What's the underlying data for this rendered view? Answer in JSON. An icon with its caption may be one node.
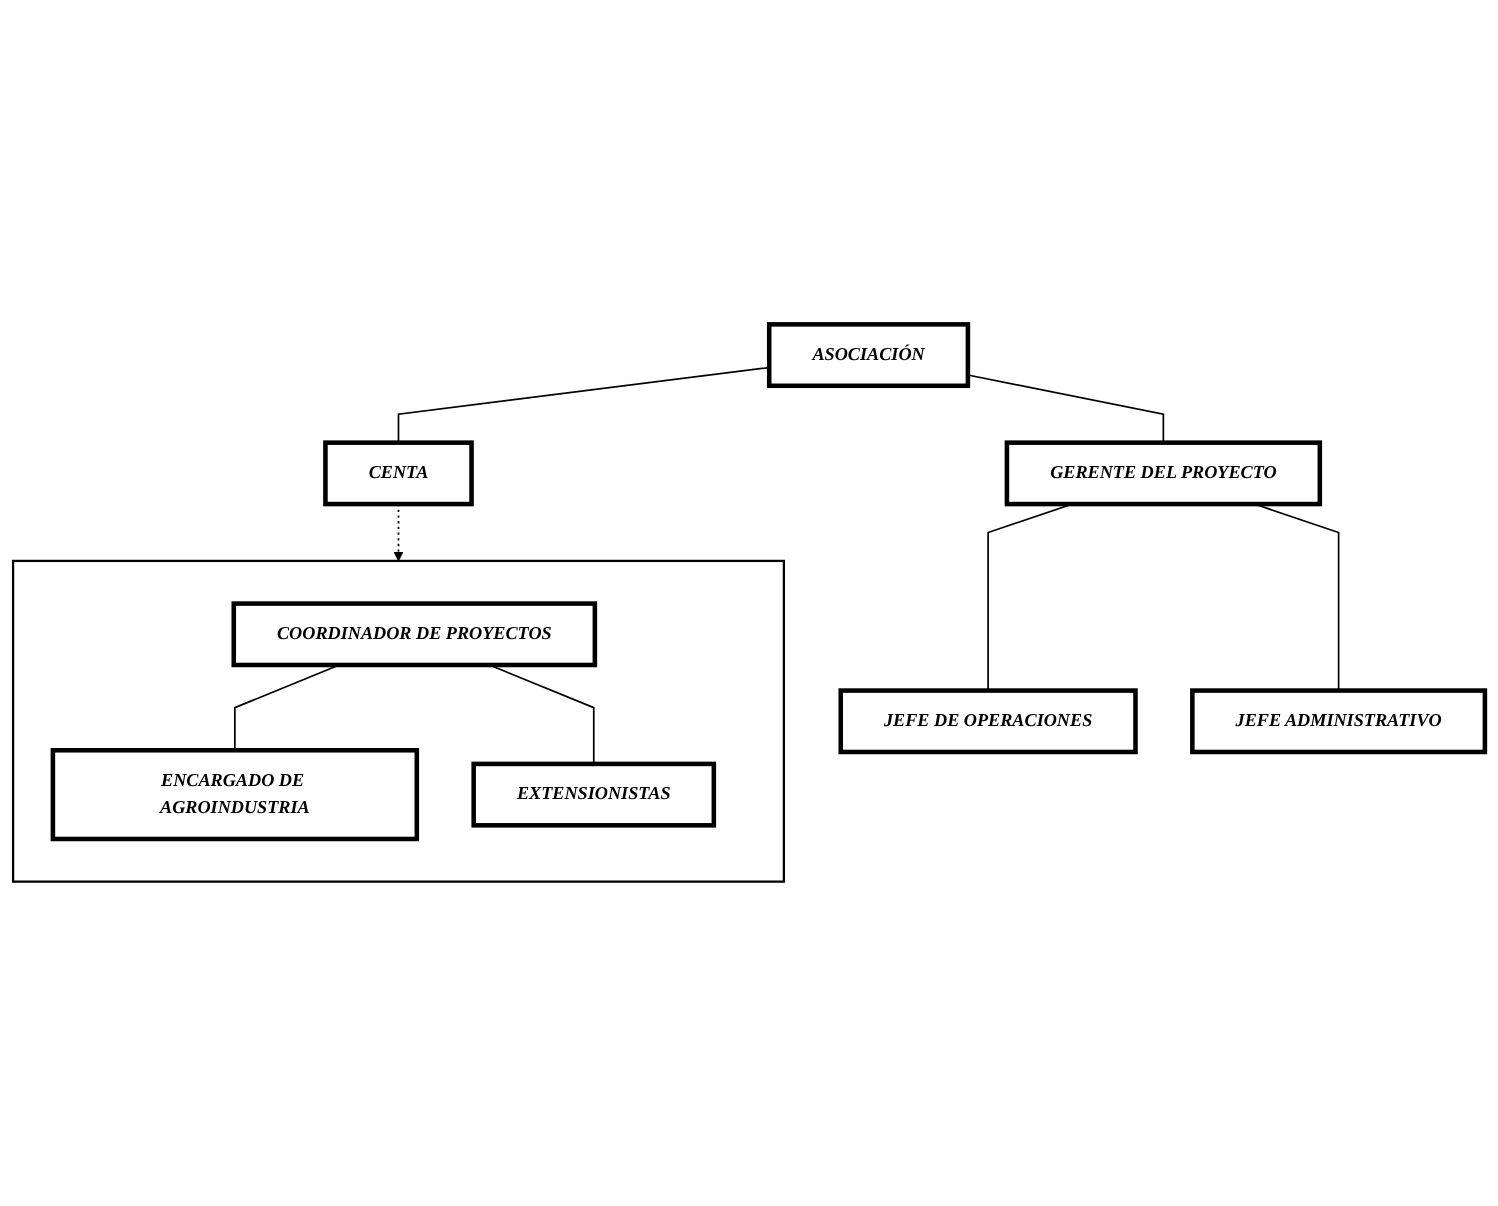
{
  "diagram": {
    "nodes": [
      {
        "text": [
          "ASOCIACIÓN"
        ]
      },
      {
        "text": [
          "CENTA"
        ]
      },
      {
        "text": [
          "GERENTE DEL PROYECTO"
        ]
      },
      {
        "text": [
          "JEFE DE OPERACIONES"
        ]
      },
      {
        "text": [
          "JEFE ADMINISTRATIVO"
        ]
      },
      {
        "text": [],
        "shape": "box"
      },
      {
        "text": [
          "COORDINADOR DE PROYECTOS"
        ],
        "in": 5
      },
      {
        "text": [
          "ENCARGADO DE AGROINDUSTRIA"
        ],
        "in": 5
      },
      {
        "text": [
          "EXTENSIONISTAS"
        ],
        "in": 5
      }
    ],
    "edges": [
      {
        "from": 0,
        "to": 1,
        "arrow": "none"
      },
      {
        "from": 0,
        "to": 2,
        "arrow": "none"
      },
      {
        "from": 2,
        "to": 3,
        "arrow": "none"
      },
      {
        "from": 2,
        "to": 4,
        "arrow": "none"
      },
      {
        "from": 1,
        "to": 5,
        "arrow": "to",
        "style": "dashed"
      },
      {
        "from": 6,
        "to": 7,
        "arrow": "none"
      },
      {
        "from": 6,
        "to": 8,
        "arrow": "none"
      }
    ]
  }
}
